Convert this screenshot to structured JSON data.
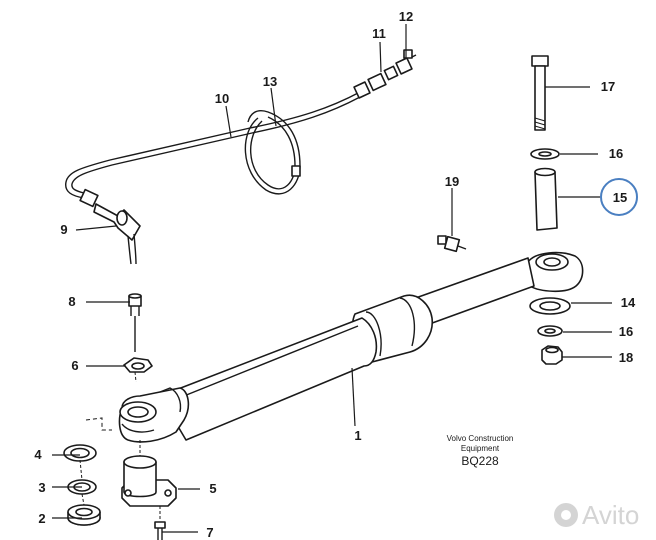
{
  "callouts": [
    "1",
    "2",
    "3",
    "4",
    "5",
    "6",
    "7",
    "8",
    "9",
    "10",
    "11",
    "12",
    "13",
    "14",
    "15",
    "16",
    "16",
    "17",
    "18",
    "19"
  ],
  "caption": {
    "line1": "Volvo Construction",
    "line2": "Equipment",
    "code": "BQ228"
  },
  "watermark": "Avito",
  "highlight_color": "#4a7fc1"
}
